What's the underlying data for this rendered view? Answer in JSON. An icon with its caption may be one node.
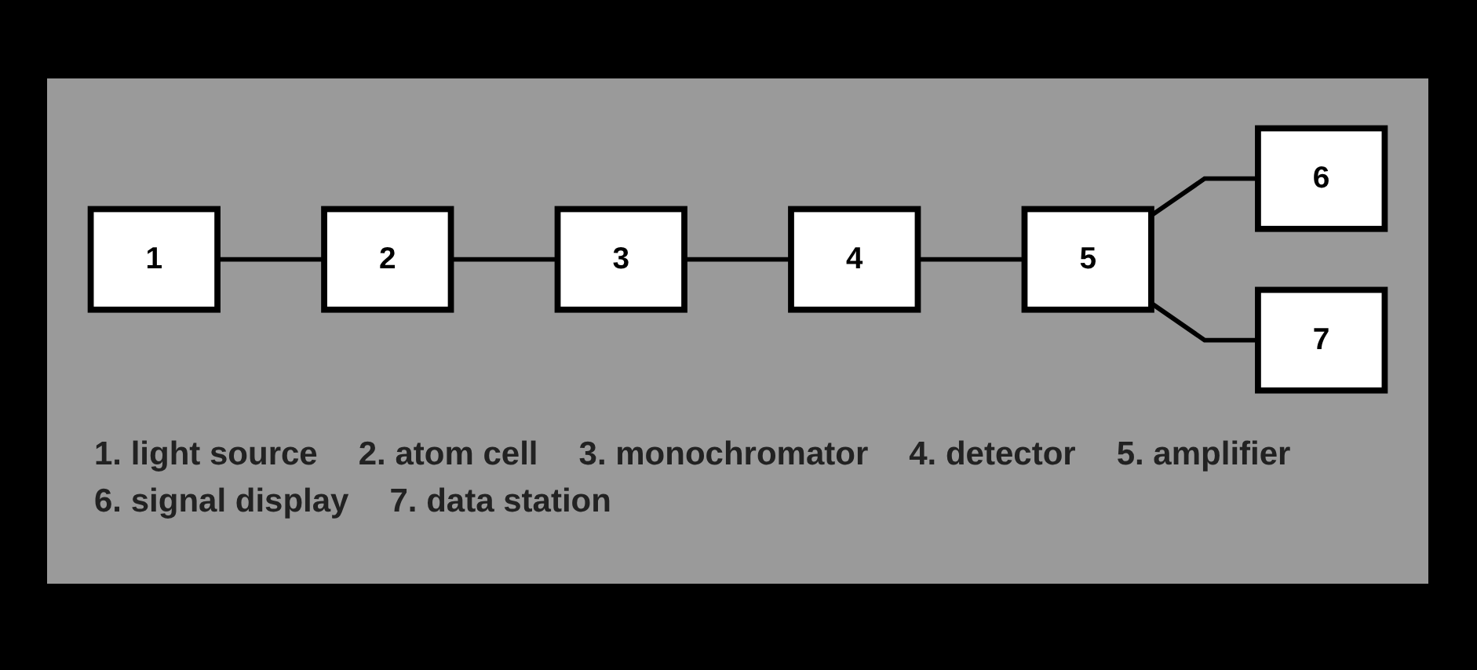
{
  "diagram": {
    "nodes": [
      {
        "text": [
          "1"
        ]
      },
      {
        "text": [
          "2"
        ]
      },
      {
        "text": [
          "3"
        ]
      },
      {
        "text": [
          "4"
        ]
      },
      {
        "text": [
          "5"
        ]
      },
      {
        "text": [
          "6"
        ]
      },
      {
        "text": [
          "7"
        ]
      }
    ],
    "edges": [
      {
        "from": 0,
        "to": 1,
        "arrow": "none"
      },
      {
        "from": 1,
        "to": 2,
        "arrow": "none"
      },
      {
        "from": 2,
        "to": 3,
        "arrow": "none"
      },
      {
        "from": 3,
        "to": 4,
        "arrow": "none"
      },
      {
        "from": 4,
        "to": 5,
        "arrow": "none"
      },
      {
        "from": 4,
        "to": 6,
        "arrow": "none"
      }
    ],
    "labels": [
      "1. light source",
      "2. atom cell",
      "3. monochromator",
      "4. detector",
      "5. amplifier",
      "6. signal display",
      "7. data station"
    ]
  }
}
